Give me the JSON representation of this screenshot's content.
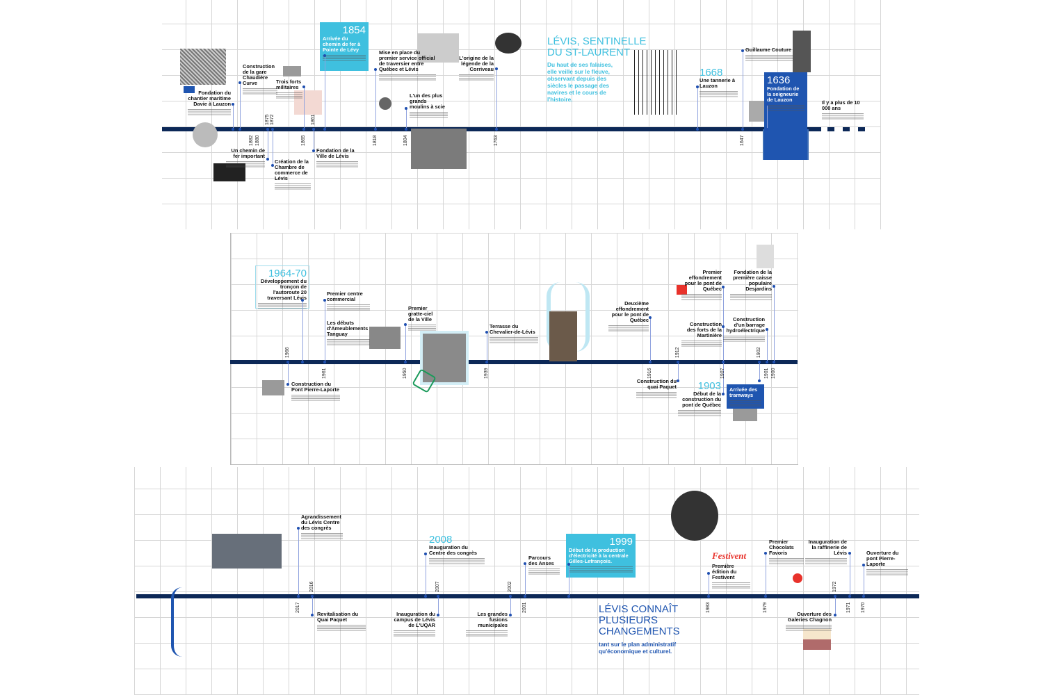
{
  "colors": {
    "bar": "#0c2857",
    "cyan": "#3fc0df",
    "blue": "#1f55b0",
    "connector": "#8fa2de",
    "festivent": "#e8322b"
  },
  "panel1": {
    "headline": [
      "LÉVIS, SENTINELLE",
      "DU ST-LAURENT"
    ],
    "subtitle": "Du haut de ses falaises, elle veille sur le fleuve, observant depuis des siècles le passage des navires et le cours de l'histoire.",
    "events": [
      {
        "title": "Fondation du chantier maritime Davie à Lauzon"
      },
      {
        "title": "Construction de la gare Chaudière Curve"
      },
      {
        "title": "Un chemin de fer important"
      },
      {
        "title": "Création de la Chambre de commerce de Lévis"
      },
      {
        "title": "Trois forts militaires"
      },
      {
        "title": "Fondation de la Ville de Lévis"
      },
      {
        "year": "1854",
        "title": "Arrivée du chemin de fer à Pointe de Lévy"
      },
      {
        "title": "Mise en place du premier service official de traversier entre Québec et Lévis"
      },
      {
        "title": "L'un des plus grands moulins à scie"
      },
      {
        "title": "L'origine de la légende de la Corriveau"
      },
      {
        "year": "1668",
        "title": "Une tannerie à Lauzon"
      },
      {
        "title": "Guillaume Couture"
      },
      {
        "year": "1636",
        "title": "Fondation de la seigneurie de Lauzon"
      },
      {
        "title": "Il y a plus de 10 000 ans"
      }
    ],
    "years": [
      "1882",
      "1880",
      "1875",
      "1872",
      "1865",
      "1861",
      "1818",
      "1804",
      "1763",
      "1647"
    ]
  },
  "panel2": {
    "events": [
      {
        "year": "1964-70",
        "title": "Développement du tronçon de l'autoroute 20 traversant Lévis"
      },
      {
        "title": "Construction du Pont Pierre-Laporte"
      },
      {
        "title": "Premier centre commercial"
      },
      {
        "title": "Les débuts d'Ameublements Tanguay"
      },
      {
        "title": "Premier gratte-ciel de la Ville"
      },
      {
        "title": "Terrasse du Chevalier-de-Lévis"
      },
      {
        "title": "Deuxième effondrement pour le pont de Québec"
      },
      {
        "title": "Construction du quai Paquet"
      },
      {
        "title": "Premier effondrement pour le pont de Québec"
      },
      {
        "title": "Construction des forts de la Martinière"
      },
      {
        "year": "1903",
        "title": "Début de la construction du pont de Québec"
      },
      {
        "title": "Arrivée des tramways"
      },
      {
        "title": "Construction d'un barrage hydroélectrique"
      },
      {
        "title": "Fondation de la première caisse populaire Desjardins"
      }
    ],
    "years": [
      "1966",
      "1961",
      "1950",
      "1939",
      "1916",
      "1912",
      "1907",
      "1902",
      "1901",
      "1900"
    ]
  },
  "panel3": {
    "headline": [
      "LÉVIS CONNAÎT",
      "PLUSIEURS",
      "CHANGEMENTS"
    ],
    "subtitle": "tant sur le plan administratif qu'économique et culturel.",
    "festivent_logo": "Festivent",
    "events": [
      {
        "title": "Agrandissement du Lévis Centre des congrès"
      },
      {
        "title": "Revitalisation du Quai Paquet"
      },
      {
        "year": "2008",
        "title": "Inauguration du Centre des congrès"
      },
      {
        "title": "Inauguration du campus de Lévis de L'UQAR"
      },
      {
        "title": "Les grandes fusions municipales"
      },
      {
        "title": "Parcours des Anses"
      },
      {
        "year": "1999",
        "title": "Début de la production d'électricité à la centrale Gilles-Lefrançois."
      },
      {
        "title": "Première édition du Festivent"
      },
      {
        "title": "Premier Chocolats Favoris"
      },
      {
        "title": "Inauguration de la raffinerie de Lévis"
      },
      {
        "title": "Ouverture des Galeries Chagnon"
      },
      {
        "title": "Ouverture du pont Pierre-Laporte"
      }
    ],
    "years": [
      "2017",
      "2016",
      "2007",
      "2002",
      "2001",
      "1983",
      "1979",
      "1972",
      "1971",
      "1970"
    ]
  }
}
